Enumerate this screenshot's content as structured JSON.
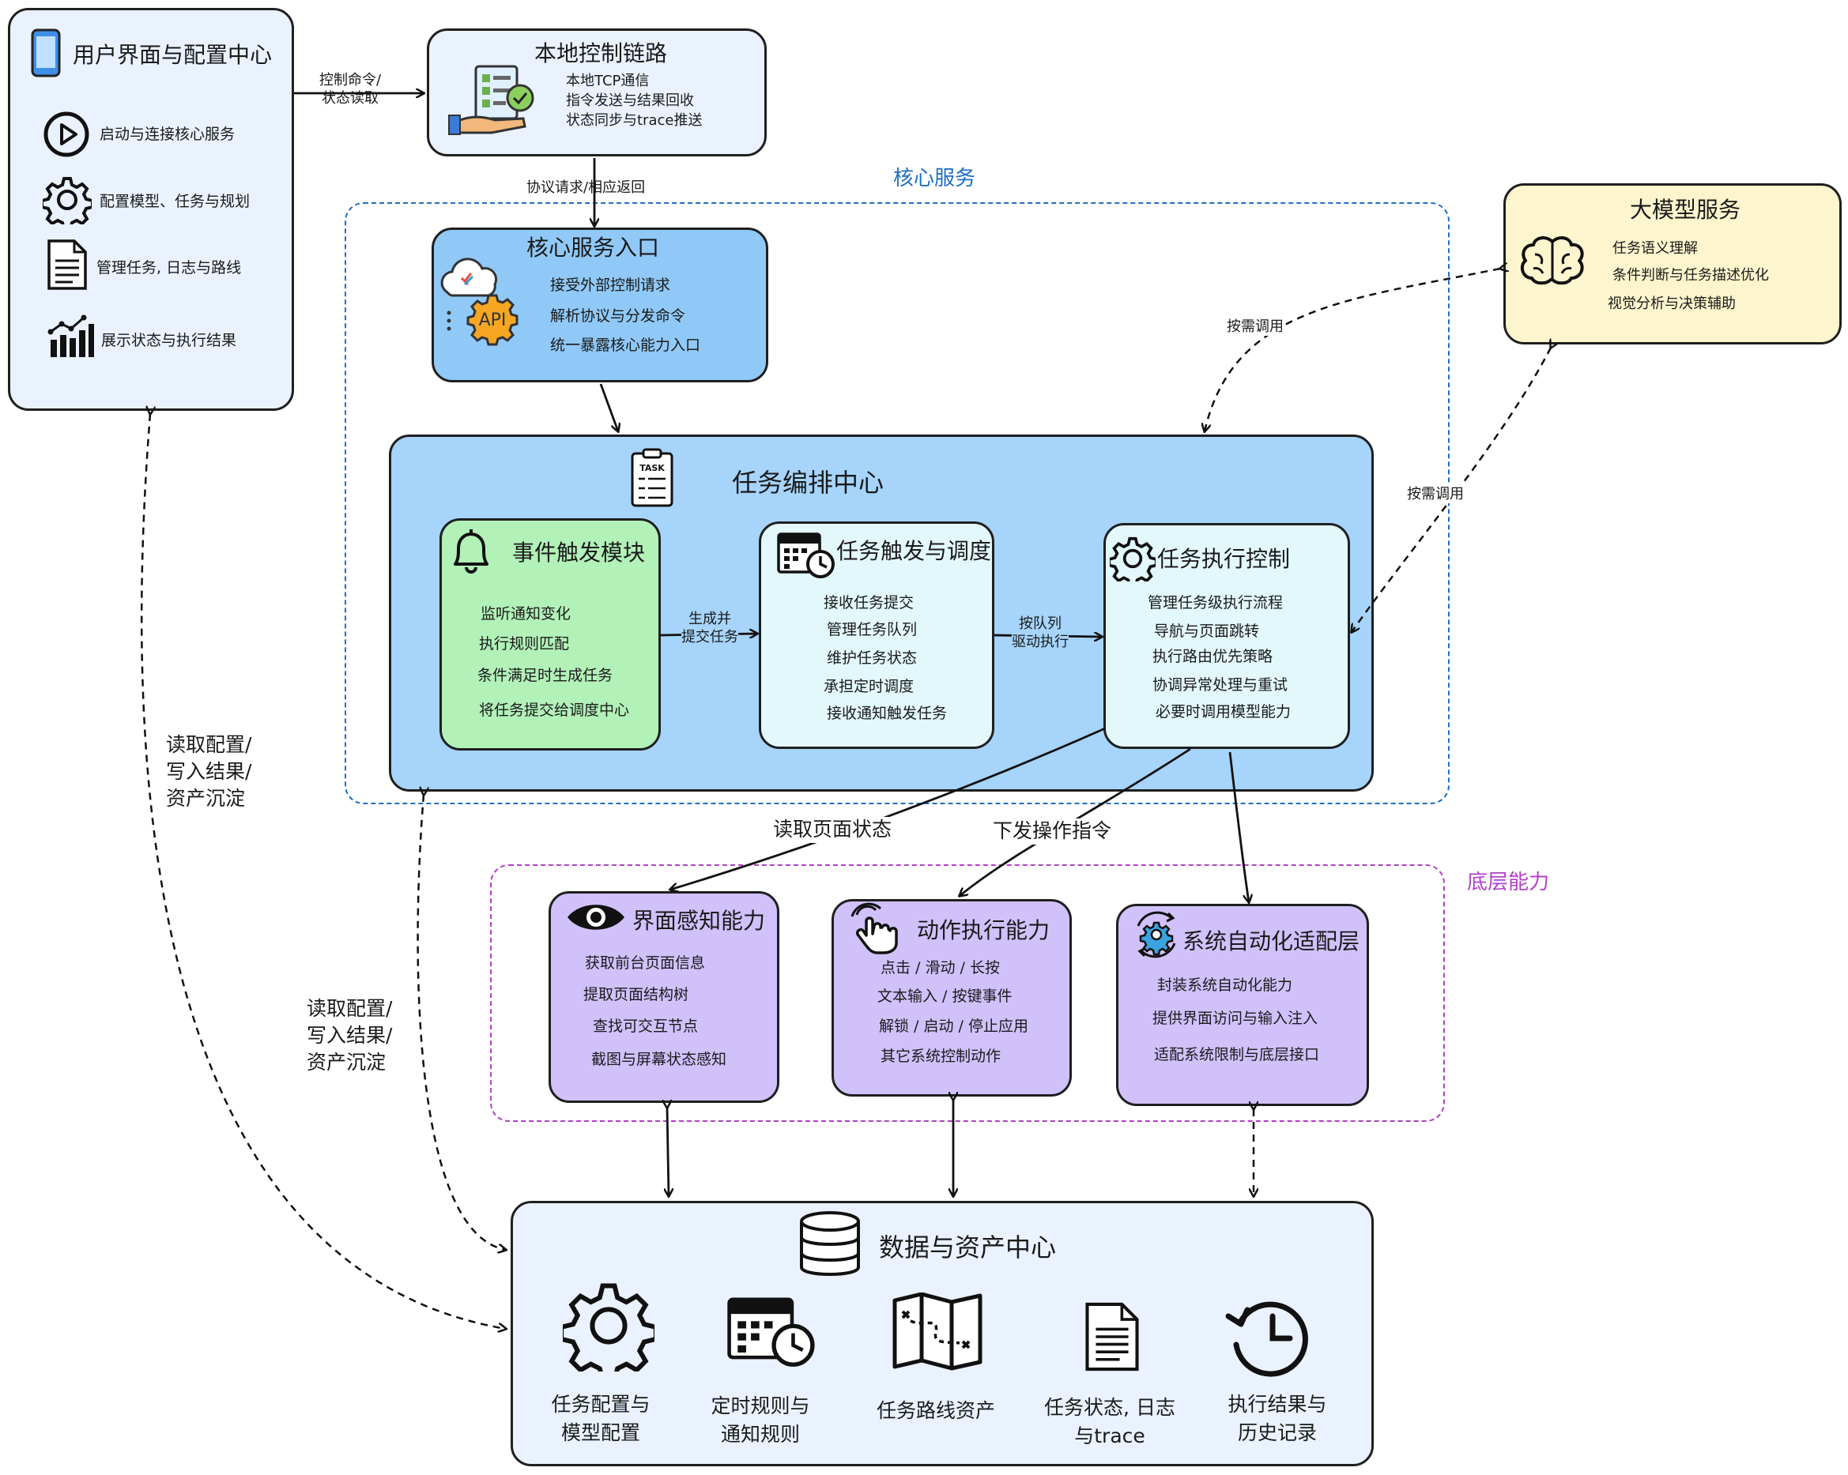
{
  "colors": {
    "core_region": "#1f6fc5",
    "base_region": "#b341c7",
    "user_panel": "#eaf2ff",
    "local_link": "#eaf2ff",
    "core_entry": "#90c9f7",
    "orchestrator": "#a6d4fb",
    "event_module": "#b2f1b8",
    "schedule_module": "#e3f8fb",
    "exec_module": "#e3f8fb",
    "llm": "#fdf5cd",
    "capability": "#d0c1fb",
    "data_center": "#eaf2ff"
  },
  "regions": {
    "core_service": "核心服务",
    "base_capability": "底层能力"
  },
  "user_panel": {
    "title": "用户界面与配置中心",
    "items": [
      {
        "icon": "play-icon",
        "label": "启动与连接核心服务"
      },
      {
        "icon": "gear-icon",
        "label": "配置模型、任务与规划"
      },
      {
        "icon": "document-icon",
        "label": "管理任务, 日志与路线"
      },
      {
        "icon": "bar-chart-icon",
        "label": "展示状态与执行结果"
      }
    ]
  },
  "local_link": {
    "title": "本地控制链路",
    "items": [
      "本地TCP通信",
      "指令发送与结果回收",
      "状态同步与trace推送"
    ]
  },
  "core_entry": {
    "title": "核心服务入口",
    "icon_text": "API",
    "items": [
      "接受外部控制请求",
      "解析协议与分发命令",
      "统一暴露核心能力入口"
    ]
  },
  "orchestrator": {
    "title": "任务编排中心",
    "icon_text": "TASK"
  },
  "event_module": {
    "title": "事件触发模块",
    "items": [
      "监听通知变化",
      "执行规则匹配",
      "条件满足时生成任务",
      "将任务提交给调度中心"
    ]
  },
  "schedule_module": {
    "title": "任务触发与调度",
    "items": [
      "接收任务提交",
      "管理任务队列",
      "维护任务状态",
      "承担定时调度",
      "接收通知触发任务"
    ]
  },
  "exec_module": {
    "title": "任务执行控制",
    "items": [
      "管理任务级执行流程",
      "导航与页面跳转",
      "执行路由优先策略",
      "协调异常处理与重试",
      "必要时调用模型能力"
    ]
  },
  "llm": {
    "title": "大模型服务",
    "items": [
      "任务语义理解",
      "条件判断与任务描述优化",
      "视觉分析与决策辅助"
    ]
  },
  "perception": {
    "title": "界面感知能力",
    "items": [
      "获取前台页面信息",
      "提取页面结构树",
      "查找可交互节点",
      "截图与屏幕状态感知"
    ]
  },
  "action": {
    "title": "动作执行能力",
    "items": [
      "点击 / 滑动 / 长按",
      "文本输入 / 按键事件",
      "解锁 / 启动 / 停止应用",
      "其它系统控制动作"
    ]
  },
  "automation": {
    "title": "系统自动化适配层",
    "items": [
      "封装系统自动化能力",
      "提供界面访问与输入注入",
      "适配系统限制与底层接口"
    ]
  },
  "data_center": {
    "title": "数据与资产中心",
    "assets": [
      {
        "icon": "gear-icon",
        "label_line1": "任务配置与",
        "label_line2": "模型配置"
      },
      {
        "icon": "calendar-clock-icon",
        "label_line1": "定时规则与",
        "label_line2": "通知规则"
      },
      {
        "icon": "map-icon",
        "label_line1": "任务路线资产",
        "label_line2": ""
      },
      {
        "icon": "document-icon",
        "label_line1": "任务状态, 日志",
        "label_line2": "与trace"
      },
      {
        "icon": "history-icon",
        "label_line1": "执行结果与",
        "label_line2": "历史记录"
      }
    ]
  },
  "edge_labels": {
    "control_cmd_1": "控制命令/",
    "control_cmd_2": "状态读取",
    "protocol": "协议请求/相应返回",
    "generate_1": "生成并",
    "generate_2": "提交任务",
    "queue_1": "按队列",
    "queue_2": "驱动执行",
    "on_demand_1": "按需调用",
    "on_demand_2": "按需调用",
    "read_page": "读取页面状态",
    "send_op": "下发操作指令",
    "rw_left_1": "读取配置/",
    "rw_left_2": "写入结果/",
    "rw_left_3": "资产沉淀",
    "rw_mid_1": "读取配置/",
    "rw_mid_2": "写入结果/",
    "rw_mid_3": "资产沉淀"
  }
}
